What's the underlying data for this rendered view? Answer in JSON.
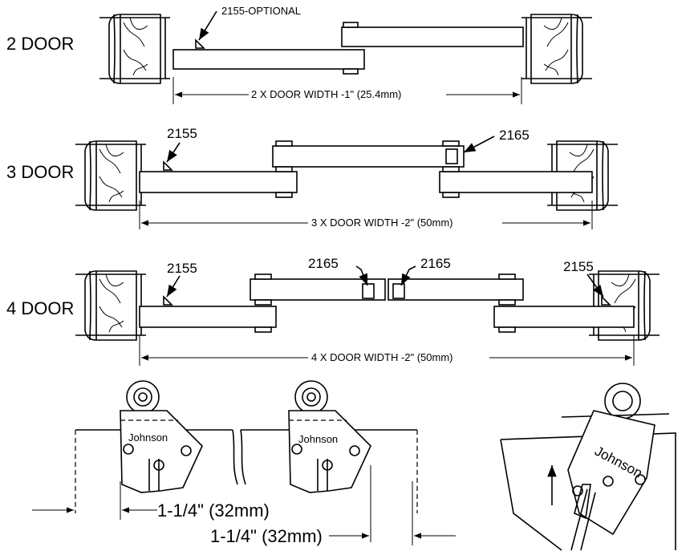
{
  "labels": {
    "two_door": "2 DOOR",
    "three_door": "3 DOOR",
    "four_door": "4 DOOR",
    "optional_2155": "2155-OPTIONAL",
    "p2155_a": "2155",
    "p2165_a": "2165",
    "p2155_b": "2155",
    "p2165_b": "2165",
    "p2165_c": "2165",
    "p2155_c": "2155",
    "dim_two": "2 X DOOR WIDTH -1\" (25.4mm)",
    "dim_three": "3 X DOOR WIDTH -2\" (50mm)",
    "dim_four": "4 X DOOR WIDTH -2\" (50mm)",
    "offset_left": "1-1/4\" (32mm)",
    "offset_right": "1-1/4\" (32mm)",
    "brand_1": "Johnson",
    "brand_2": "Johnson",
    "brand_3": "Johnson"
  }
}
